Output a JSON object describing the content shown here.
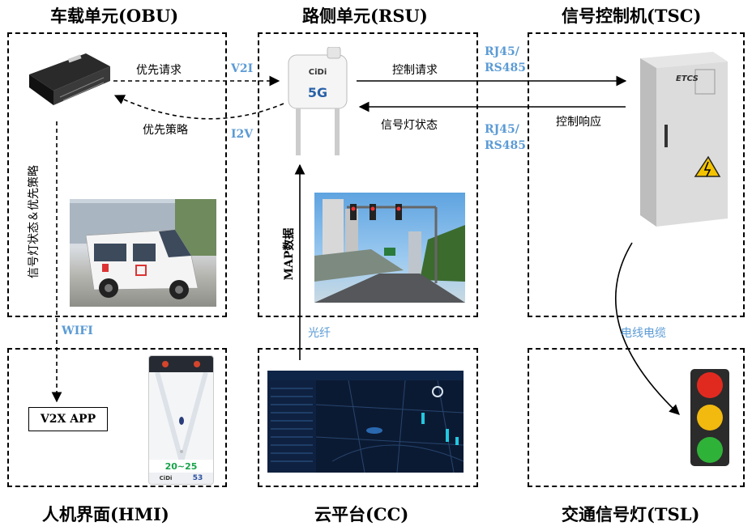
{
  "titles": {
    "obu": "车载单元(OBU)",
    "rsu": "路侧单元(RSU)",
    "tsc": "信号控制机(TSC)",
    "hmi": "人机界面(HMI)",
    "cc": "云平台(CC)",
    "tsl": "交通信号灯(TSL)"
  },
  "arrows": {
    "priority_request": "优先请求",
    "priority_strategy": "优先策略",
    "v2i": "V2I",
    "i2v": "I2V",
    "control_request": "控制请求",
    "signal_status": "信号灯状态",
    "control_response": "控制响应",
    "rj45_top_1": "RJ45/",
    "rj45_top_2": "RS485",
    "rj45_bottom_1": "RJ45/",
    "rj45_bottom_2": "RS485",
    "signal_state_vertical": "信号灯状态＆优先策略",
    "map_data": "MAP数据",
    "wifi": "WIFI",
    "fiber": "光纤",
    "cable": "电线电缆"
  },
  "hmi": {
    "app_label": "V2X APP",
    "speed_range": "20~25",
    "distance": "53",
    "brand": "CiDi"
  },
  "rsu": {
    "brand": "CiDi",
    "tech": "5G"
  },
  "tsc": {
    "brand": "ETCS"
  },
  "colors": {
    "accent_blue": "#5b9bd5",
    "line": "#000000"
  }
}
